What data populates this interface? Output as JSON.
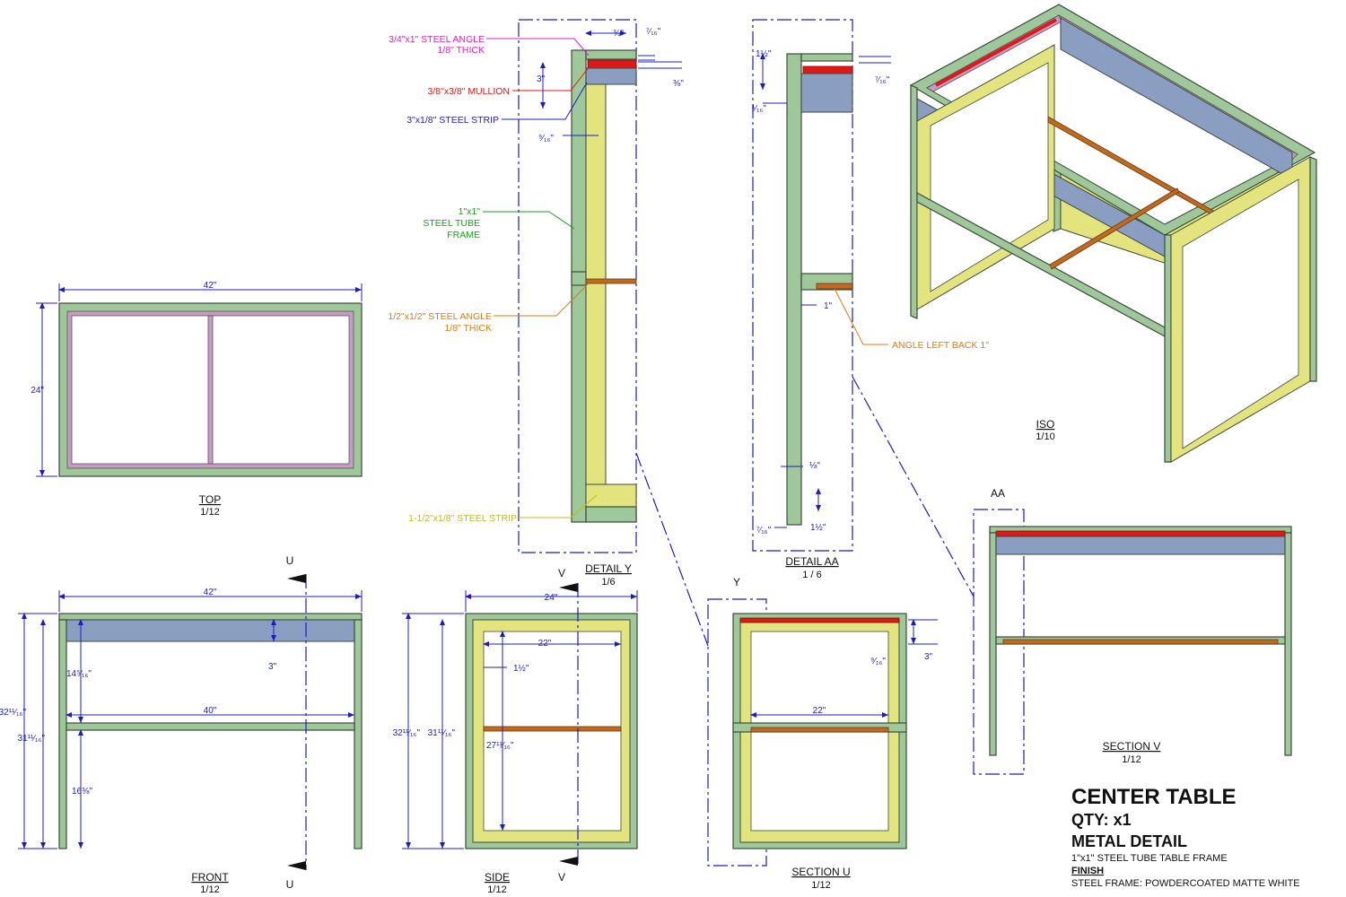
{
  "title_block": {
    "title": "CENTER TABLE",
    "qty": "QTY: x1",
    "subtitle": "METAL DETAIL",
    "description": "1\"x1\" STEEL TUBE TABLE FRAME",
    "finish_label": "FINISH",
    "finish_value": "STEEL FRAME: POWDERCOATED MATTE WHITE"
  },
  "views": {
    "top": {
      "label": "TOP",
      "scale": "1/12",
      "dim_width": "42\"",
      "dim_height": "24\""
    },
    "front": {
      "label": "FRONT",
      "scale": "1/12",
      "dim_width": "42\"",
      "dim_inner": "40\"",
      "dim_total_h": "32¹¹⁄₁₆\"",
      "dim_h2": "31¹¹⁄₁₆\"",
      "dim_upper": "14⁵⁄₁₆\"",
      "dim_lower": "16⅜\"",
      "dim_apron": "3\"",
      "cut_u": "U"
    },
    "side": {
      "label": "SIDE",
      "scale": "1/12",
      "dim_width": "24\"",
      "dim_inner": "22\"",
      "dim_offset": "1½\"",
      "dim_total_h": "32¹¹⁄₁₆\"",
      "dim_h2": "31¹¹⁄₁₆\"",
      "dim_mid": "27¹¹⁄₁₆\"",
      "cut_v": "V"
    },
    "detail_y": {
      "label": "DETAIL  Y",
      "scale": "1/6",
      "dim_34": "¾\"",
      "dim_716": "⁷⁄₁₆\"",
      "dim_3": "3\"",
      "dim_38": "⅜\"",
      "dim_916": "⁹⁄₁₆\""
    },
    "detail_aa": {
      "label": "DETAIL  AA",
      "scale": "1 / 6",
      "dim_112": "1½\"",
      "dim_716": "⁷⁄₁₆\"",
      "dim_116": "¹⁄₁₆\"",
      "dim_1": "1\"",
      "dim_18": "⅛\"",
      "dim_716b": "⁷⁄₁₆\"",
      "dim_112b": "1½\""
    },
    "section_u": {
      "label": "SECTION U",
      "scale": "1/12",
      "dim_inner": "22\"",
      "dim_916": "⁹⁄₁₆\"",
      "dim_3": "3\"",
      "detail_ref": "Y"
    },
    "section_v": {
      "label": "SECTION V",
      "scale": "1/12",
      "detail_ref": "AA"
    },
    "iso": {
      "label": "ISO",
      "scale": "1/10"
    }
  },
  "annotations": {
    "angle_34": {
      "line1": "3/4\"x1\" STEEL ANGLE",
      "line2": "1/8\" THICK",
      "color": "#e020c8"
    },
    "mullion": {
      "text": "3/8\"x3/8\" MULLION",
      "color": "#e01818"
    },
    "strip_3": {
      "text": "3\"x1/8\" STEEL STRIP",
      "color": "#1c1cc4"
    },
    "tube": {
      "line1": "1\"x1\"",
      "line2": "STEEL TUBE",
      "line3": "FRAME",
      "color": "#1f9a1f"
    },
    "angle_12": {
      "line1": "1/2\"x1/2\" STEEL ANGLE",
      "line2": "1/8\" THICK",
      "color": "#e07a10"
    },
    "strip_112": {
      "text": "1-1/2\"x1/8\" STEEL STRIP",
      "color": "#bcbc1a"
    },
    "angle_back": {
      "text": "ANGLE LEFT BACK 1\"",
      "color": "#e07a10"
    }
  }
}
